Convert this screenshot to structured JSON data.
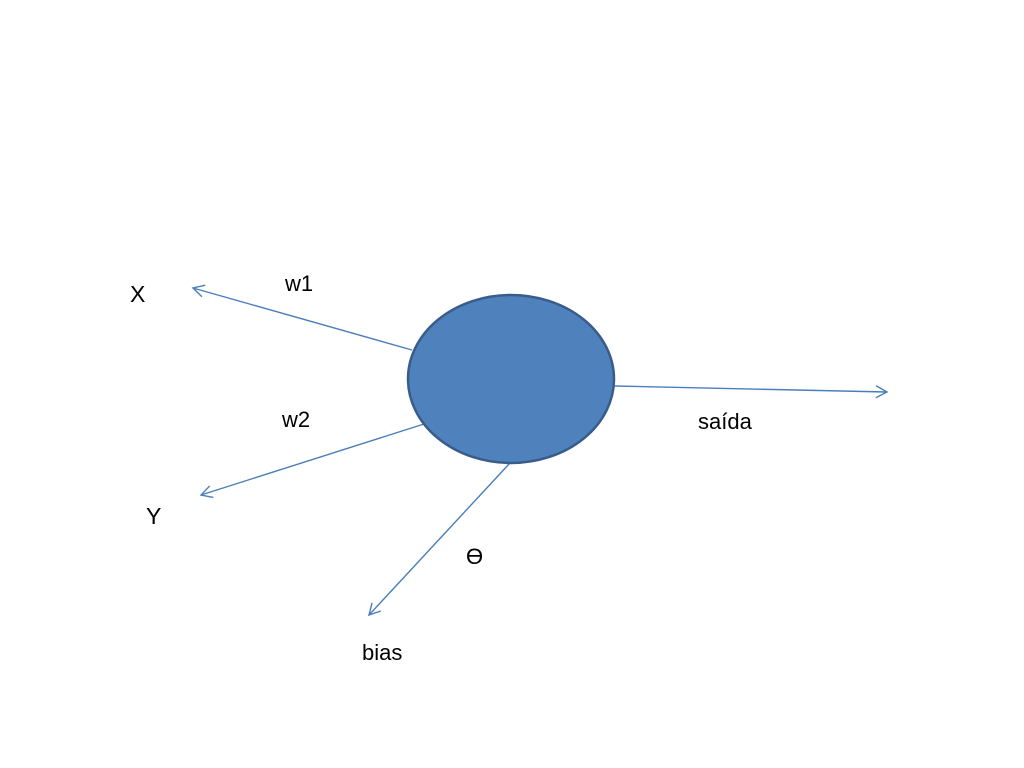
{
  "colors": {
    "node_fill": "#4f81bd",
    "node_stroke": "#385d8a",
    "arrow": "#4a7ebb",
    "text": "#000000"
  },
  "labels": {
    "input_x": "X",
    "input_y": "Y",
    "weight_1": "w1",
    "weight_2": "w2",
    "output": "saída",
    "theta": "ϴ",
    "bias": "bias"
  }
}
